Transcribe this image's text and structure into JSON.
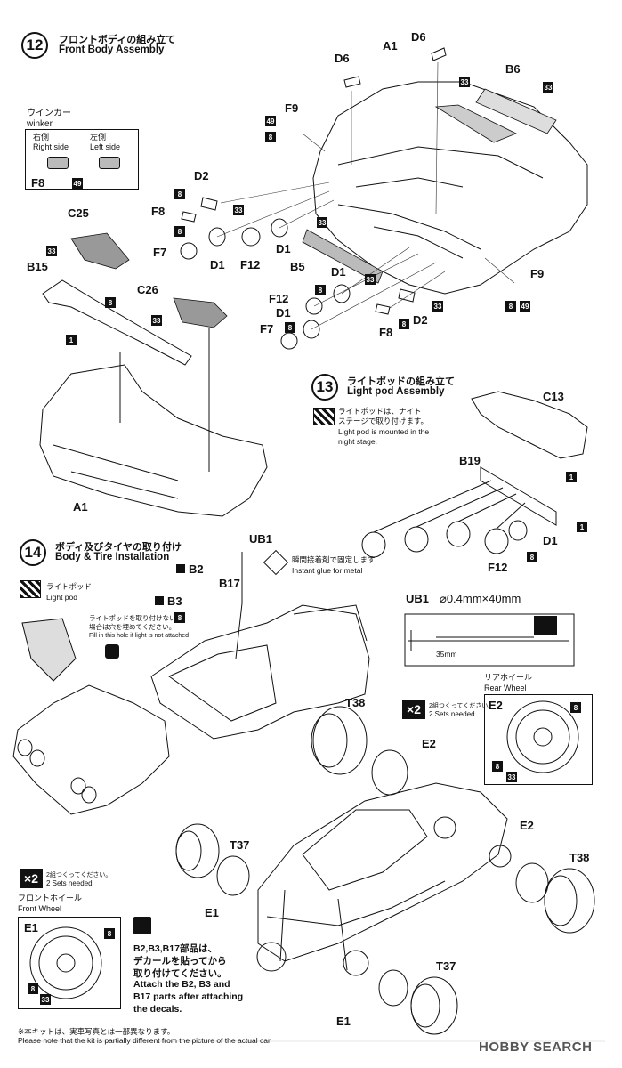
{
  "step12": {
    "number": "12",
    "title_jp": "フロントボディの組み立て",
    "title_en": "Front Body Assembly",
    "winker_jp": "ウインカー",
    "winker_en": "winker",
    "right_side_jp": "右側",
    "right_side_en": "Right side",
    "left_side_jp": "左側",
    "left_side_en": "Left side"
  },
  "step13": {
    "number": "13",
    "title_jp": "ライトポッドの組み立て",
    "title_en": "Light pod Assembly",
    "note_jp_1": "ライトポッドは、ナイト",
    "note_jp_2": "ステージで取り付けます。",
    "note_en_1": "Light pod is mounted in the",
    "note_en_2": "night stage."
  },
  "step14": {
    "number": "14",
    "title_jp": "ボディ及びタイヤの取り付け",
    "title_en": "Body & Tire Installation",
    "glue_jp": "瞬間接着剤で固定します",
    "glue_en": "Instant glue for metal",
    "lightpod_jp": "ライトポッド",
    "lightpod_en": "Light pod",
    "hole_jp_1": "ライトポッドを取り付けない",
    "hole_jp_2": "場合は穴を埋めてください。",
    "hole_en": "Fill in this hole if light is not attached",
    "ub1_label": "UB1",
    "ub1_spec": "⌀0.4mm×40mm",
    "ub1_length": "35mm",
    "x2": "×2",
    "x2_jp": "2組つくってください。",
    "x2_en": "2 Sets needed",
    "rear_wheel_jp": "リアホイール",
    "rear_wheel_en": "Rear Wheel",
    "front_wheel_jp": "フロントホイール",
    "front_wheel_en": "Front Wheel",
    "decal_jp_1": "B2,B3,B17部品は、",
    "decal_jp_2": "デカールを貼ってから",
    "decal_jp_3": "取り付けてください。",
    "decal_en_1": "Attach the B2, B3 and",
    "decal_en_2": "B17 parts after attaching",
    "decal_en_3": "the decals."
  },
  "parts": {
    "A1": "A1",
    "D6": "D6",
    "B6": "B6",
    "F9": "F9",
    "F8": "F8",
    "D2": "D2",
    "C25": "C25",
    "D1": "D1",
    "F7": "F7",
    "F12": "F12",
    "B5": "B5",
    "B15": "B15",
    "C26": "C26",
    "C13": "C13",
    "B19": "B19",
    "B2": "B2",
    "B3": "B3",
    "B17": "B17",
    "T38": "T38",
    "E2": "E2",
    "T37": "T37",
    "E1": "E1"
  },
  "colors": {
    "n8": "8",
    "n33": "33",
    "n49": "49",
    "n1": "1"
  },
  "footer": {
    "note_jp": "※本キットは、実車写真とは一部異なります。",
    "note_en": "Please note that the kit is partially different from the picture of the actual car.",
    "watermark": "HOBBY SEARCH"
  }
}
